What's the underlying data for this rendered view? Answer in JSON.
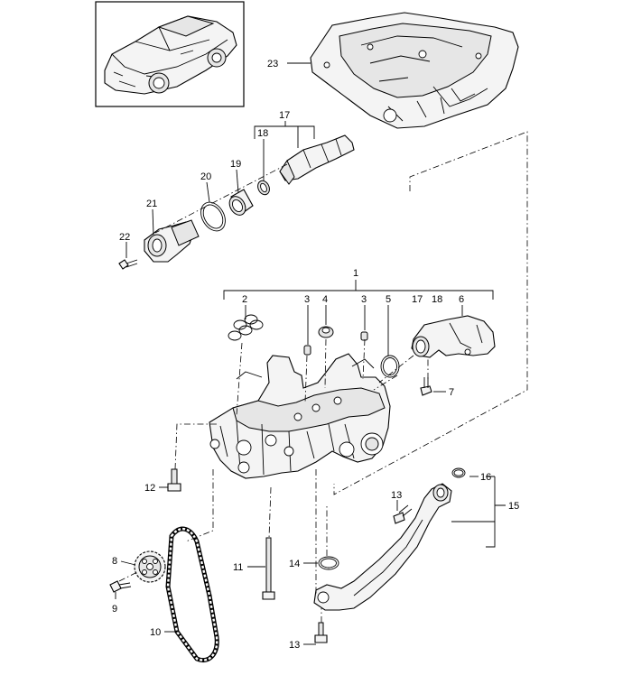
{
  "labels": {
    "l1": "1",
    "l2": "2",
    "l3a": "3",
    "l3b": "3",
    "l4": "4",
    "l5": "5",
    "l6": "6",
    "l7": "7",
    "l8": "8",
    "l9": "9",
    "l10": "10",
    "l11": "11",
    "l12": "12",
    "l13a": "13",
    "l13b": "13",
    "l14": "14",
    "l15": "15",
    "l16": "16",
    "l17a": "17",
    "l17b": "17",
    "l18a": "18",
    "l18b": "18",
    "l19": "19",
    "l20": "20",
    "l21": "21",
    "l22": "22",
    "l23": "23"
  }
}
